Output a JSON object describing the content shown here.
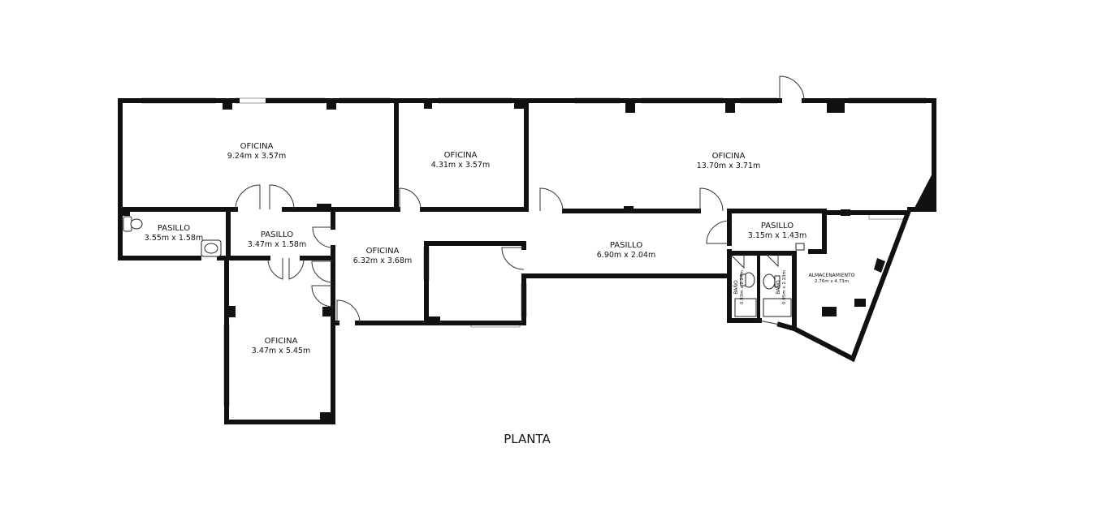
{
  "plan_title": "PLANTA",
  "rooms": [
    {
      "name": "OFICINA",
      "dims": "9.24m x 3.57m"
    },
    {
      "name": "OFICINA",
      "dims": "4.31m x 3.57m"
    },
    {
      "name": "OFICINA",
      "dims": "13.70m x 3.71m"
    },
    {
      "name": "PASILLO",
      "dims": "3.55m x 1.58m"
    },
    {
      "name": "PASILLO",
      "dims": "3.47m x 1.58m"
    },
    {
      "name": "OFICINA",
      "dims": "6.32m x 3.68m"
    },
    {
      "name": "PASILLO",
      "dims": "6.90m x 2.04m"
    },
    {
      "name": "PASILLO",
      "dims": "3.15m x 1.43m"
    },
    {
      "name": "OFICINA",
      "dims": "3.47m x 5.45m"
    },
    {
      "name": "ALMACENAMIENTO",
      "dims": "2.76m x 4.73m"
    },
    {
      "name": "BAÑO",
      "dims": "0.93m x 2.24m"
    },
    {
      "name": "BAÑO",
      "dims": "0.95m x 2.23m"
    }
  ]
}
